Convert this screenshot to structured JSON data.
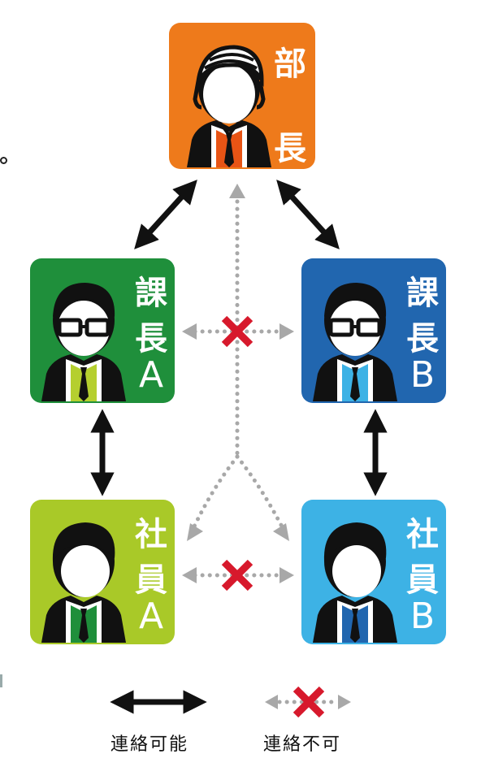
{
  "nodes": {
    "bucho": {
      "lines": [
        "部",
        "長"
      ],
      "color": "#EE7A1B",
      "shirt": "#E85415"
    },
    "kacho_a": {
      "lines": [
        "課",
        "長",
        "A"
      ],
      "color": "#1F8F3B",
      "shirt": "#B5CF2F"
    },
    "kacho_b": {
      "lines": [
        "課",
        "長",
        "B"
      ],
      "color": "#2166AF",
      "shirt": "#3DB2E5"
    },
    "shain_a": {
      "lines": [
        "社",
        "員",
        "A"
      ],
      "color": "#A9C928",
      "shirt": "#1F8F3B"
    },
    "shain_b": {
      "lines": [
        "社",
        "員",
        "B"
      ],
      "color": "#3DB2E5",
      "shirt": "#2166AF"
    }
  },
  "legend": {
    "possible": "連絡可能",
    "impossible": "連絡不可"
  },
  "colors": {
    "arrow_black": "#111111",
    "arrow_gray": "#A8A8A8",
    "cross_red": "#D7192C"
  }
}
